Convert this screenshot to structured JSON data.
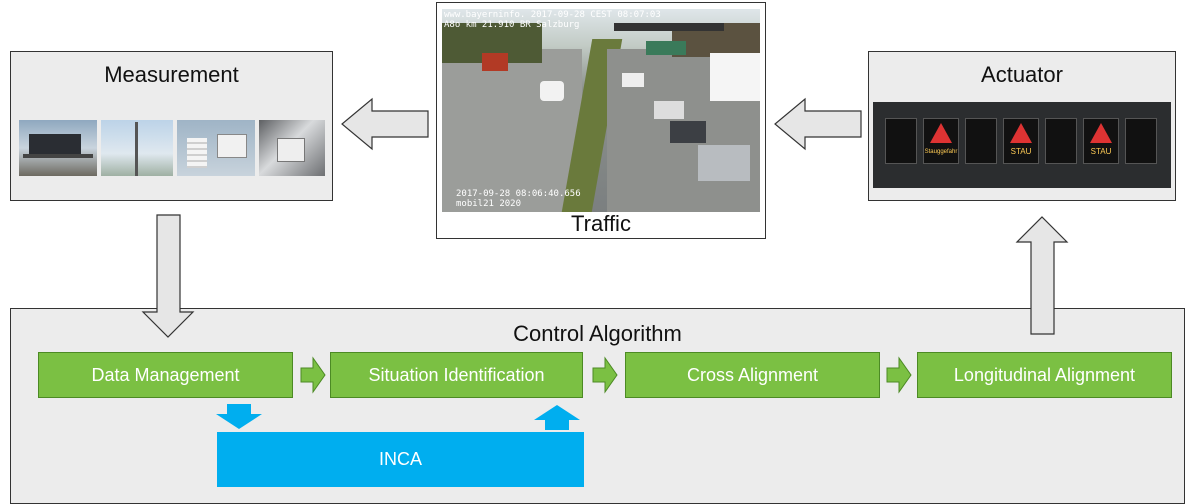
{
  "measurement": {
    "title": "Measurement"
  },
  "actuator": {
    "title": "Actuator",
    "sign_labels": [
      "Stauggefahr",
      "STAU",
      "STAU"
    ]
  },
  "traffic": {
    "title": "Traffic",
    "cam_header_line1": "www.bayerninfo. 2017-09-28 CEST 08:07:03",
    "cam_header_line2": "A8o km 21.910 BR Salzburg",
    "cam_footer_line1": "2017-09-28 08:06:40.656",
    "cam_footer_line2": "mobil21 2020"
  },
  "control": {
    "title": "Control Algorithm",
    "steps": [
      "Data Management",
      "Situation Identification",
      "Cross Alignment",
      "Longitudinal Alignment"
    ],
    "inca": "INCA"
  },
  "colors": {
    "green": "#7bc043",
    "green_border": "#4c8a24",
    "blue": "#00aeef",
    "panel": "#ececec"
  }
}
